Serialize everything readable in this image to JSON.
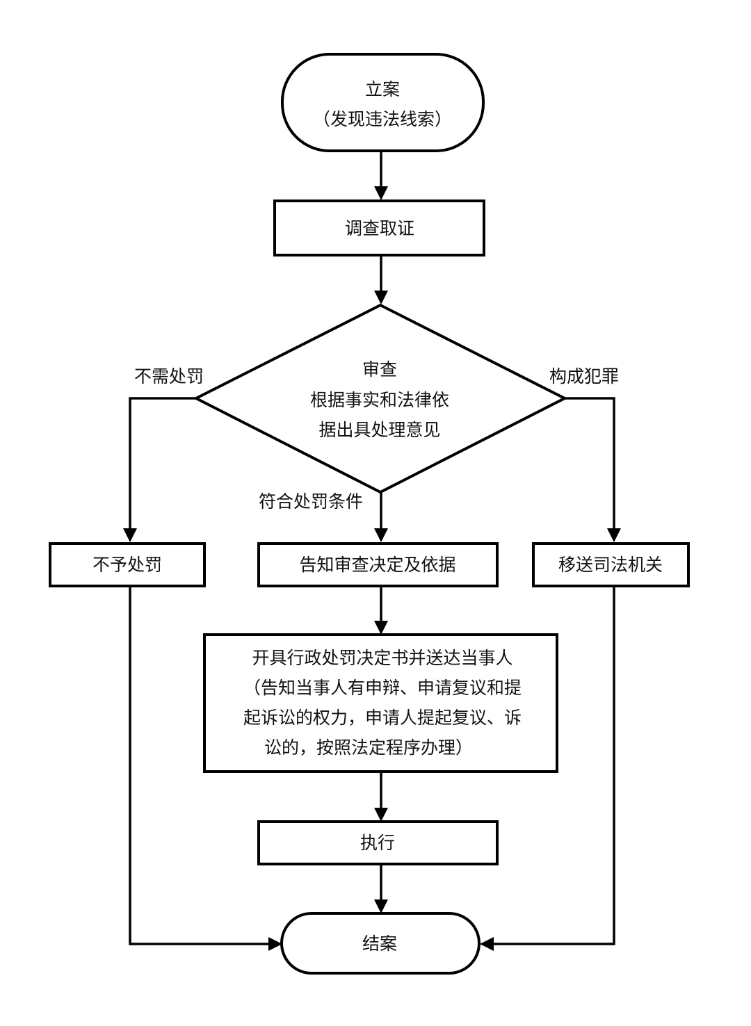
{
  "diagram": {
    "type": "flowchart",
    "nodes": {
      "start": {
        "lines": [
          "立案",
          "（发现违法线索）"
        ],
        "shape": "terminal"
      },
      "investigate": {
        "lines": [
          "调查取证"
        ],
        "shape": "process"
      },
      "review": {
        "lines": [
          "审查",
          "根据事实和法律依",
          "据出具处理意见"
        ],
        "shape": "decision"
      },
      "no_penalty": {
        "lines": [
          "不予处罚"
        ],
        "shape": "process"
      },
      "notify": {
        "lines": [
          "告知审查决定及依据"
        ],
        "shape": "process"
      },
      "transfer": {
        "lines": [
          "移送司法机关"
        ],
        "shape": "process"
      },
      "issue_decision": {
        "lines": [
          "开具行政处罚决定书并送达当事人",
          "（告知当事人有申辩、申请复议和提",
          "起诉讼的权力，申请人提起复议、诉",
          "讼的，按照法定程序办理）"
        ],
        "shape": "process"
      },
      "execute": {
        "lines": [
          "执行"
        ],
        "shape": "process"
      },
      "end": {
        "lines": [
          "结案"
        ],
        "shape": "terminal"
      }
    },
    "edge_labels": {
      "left": "不需处罚",
      "right": "构成犯罪",
      "down": "符合处罚条件"
    },
    "edges": [
      {
        "from": "start",
        "to": "investigate"
      },
      {
        "from": "investigate",
        "to": "review"
      },
      {
        "from": "review",
        "to": "no_penalty",
        "label": "不需处罚"
      },
      {
        "from": "review",
        "to": "notify",
        "label": "符合处罚条件"
      },
      {
        "from": "review",
        "to": "transfer",
        "label": "构成犯罪"
      },
      {
        "from": "notify",
        "to": "issue_decision"
      },
      {
        "from": "issue_decision",
        "to": "execute"
      },
      {
        "from": "execute",
        "to": "end"
      },
      {
        "from": "no_penalty",
        "to": "end"
      },
      {
        "from": "transfer",
        "to": "end"
      }
    ]
  }
}
